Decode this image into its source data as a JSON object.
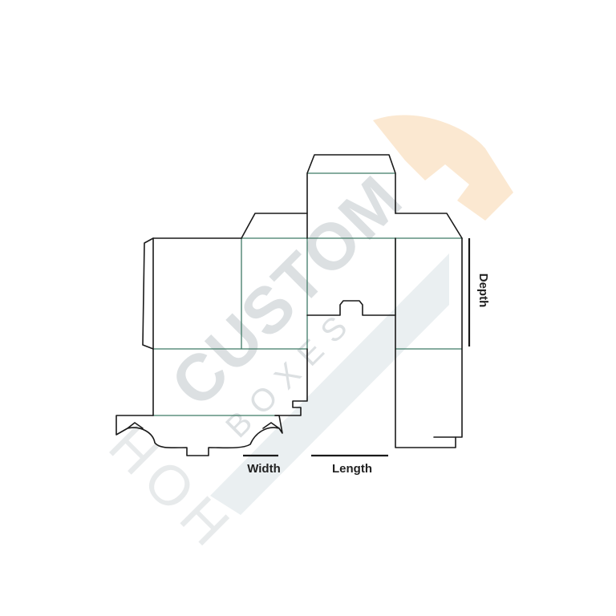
{
  "diagram": {
    "dimension_labels": {
      "width": "Width",
      "length": "Length",
      "depth": "Depth"
    }
  },
  "watermark": {
    "text_main": "CUSTOM",
    "text_sub": "BOXES",
    "text_side": "HOH"
  },
  "colors": {
    "cut_line": "#1a1a1a",
    "fold_line": "#3f7a66",
    "watermark_band": "#e6ecef",
    "watermark_text": "#d6dbde",
    "watermark_logo": "#fbe6cc"
  }
}
